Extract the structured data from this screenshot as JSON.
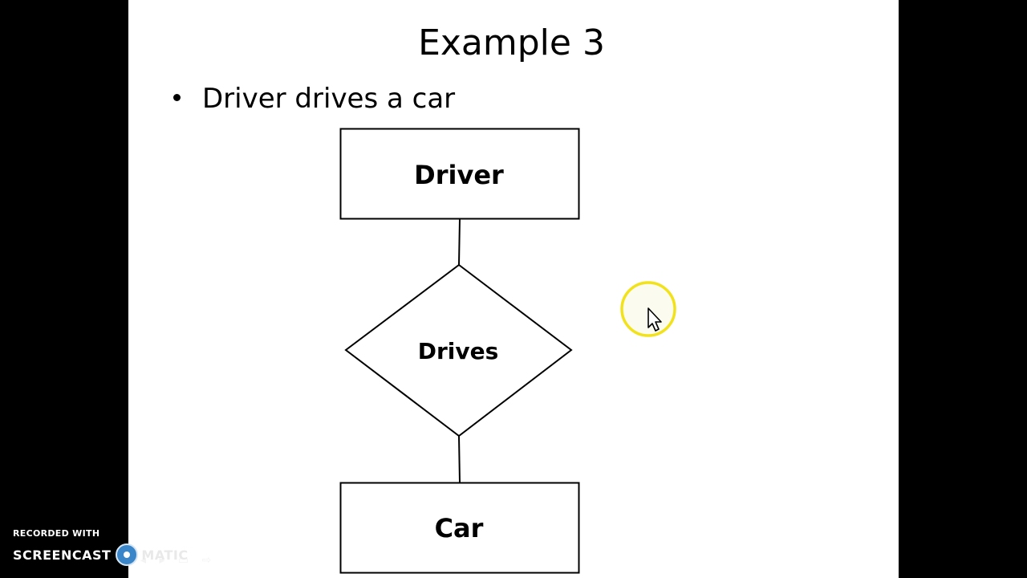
{
  "slide": {
    "title": "Example 3",
    "bullet": "Driver drives a car"
  },
  "diagram": {
    "entity_top": "Driver",
    "relationship": "Drives",
    "entity_bottom": "Car"
  },
  "watermark": {
    "line1": "RECORDED WITH",
    "line2_part1": "SCREENCAST",
    "line2_part2": "MATIC"
  },
  "icons": {
    "cursor": "mouse-pointer-icon",
    "highlight": "click-highlight-ring",
    "logo": "screencast-o-matic-logo-icon",
    "prev": "previous-icon",
    "next": "next-icon",
    "menu": "menu-icon",
    "forward": "forward-arrow-icon"
  },
  "colors": {
    "letterbox": "#000000",
    "slide_bg": "#ffffff",
    "highlight_ring": "#f2e21c",
    "logo_blue": "#3b86c8"
  }
}
